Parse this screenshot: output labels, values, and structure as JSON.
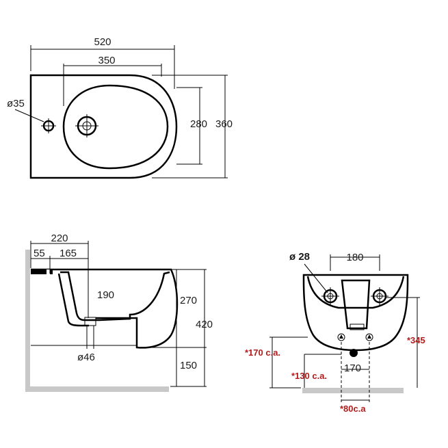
{
  "top_view": {
    "overall_width": "520",
    "inner_width": "350",
    "hole_diameter": "ø35",
    "inner_depth": "280",
    "overall_depth": "360"
  },
  "side_view": {
    "depth_to_wall": "220",
    "offset_a": "55",
    "offset_b": "165",
    "rim_height": "190",
    "drain_diameter": "ø46",
    "body_height": "270",
    "total_height": "420",
    "floor_clearance": "150"
  },
  "front_view": {
    "tap_hole_diameter": "ø 28",
    "fixing_width": "180",
    "supply_height": "*345",
    "waste_height": "*170 c.a.",
    "supply_width": "170",
    "waste_lower": "*130 c.a.",
    "waste_spacing": "*80c.a"
  },
  "colors": {
    "line": "#000000",
    "wall": "#c8c8c8",
    "note_red": "#b01c1c"
  }
}
